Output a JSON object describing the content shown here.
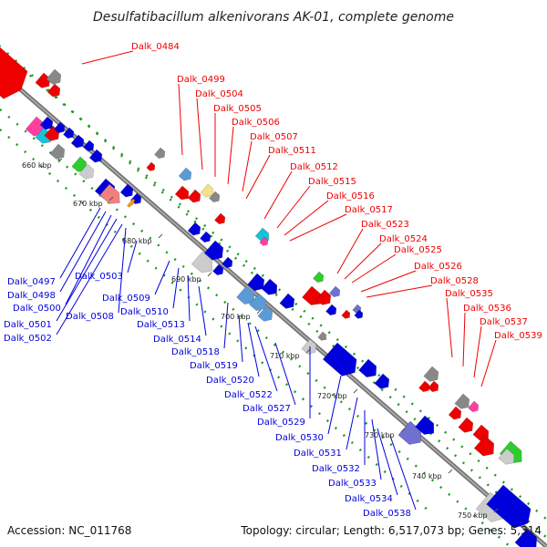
{
  "title": "Desulfatibacillum alkenivorans AK-01, complete genome",
  "footer": {
    "accession": "Accession: NC_011768",
    "stats": "Topology: circular; Length: 6,517,073 bp; Genes: 5,314"
  },
  "colors": {
    "forward": "#ee0000",
    "reverse": "#0000dd",
    "backbone": "#777777",
    "dots": "#229922"
  },
  "ticks": [
    "660 kbp",
    "670 kbp",
    "680 kbp",
    "690 kbp",
    "700 kbp",
    "710 kbp",
    "720 kbp",
    "730 kbp",
    "740 kbp",
    "750 kbp"
  ],
  "forward_labels": [
    "Dalk_0484",
    "Dalk_0499",
    "Dalk_0504",
    "Dalk_0505",
    "Dalk_0506",
    "Dalk_0507",
    "Dalk_0511",
    "Dalk_0512",
    "Dalk_0515",
    "Dalk_0516",
    "Dalk_0517",
    "Dalk_0523",
    "Dalk_0524",
    "Dalk_0525",
    "Dalk_0526",
    "Dalk_0528",
    "Dalk_0535",
    "Dalk_0536",
    "Dalk_0537",
    "Dalk_0539"
  ],
  "reverse_labels": [
    "Dalk_0497",
    "Dalk_0498",
    "Dalk_0500",
    "Dalk_0501",
    "Dalk_0502",
    "Dalk_0503",
    "Dalk_0508",
    "Dalk_0509",
    "Dalk_0510",
    "Dalk_0513",
    "Dalk_0514",
    "Dalk_0518",
    "Dalk_0519",
    "Dalk_0520",
    "Dalk_0522",
    "Dalk_0527",
    "Dalk_0529",
    "Dalk_0530",
    "Dalk_0531",
    "Dalk_0532",
    "Dalk_0533",
    "Dalk_0534",
    "Dalk_0538"
  ]
}
